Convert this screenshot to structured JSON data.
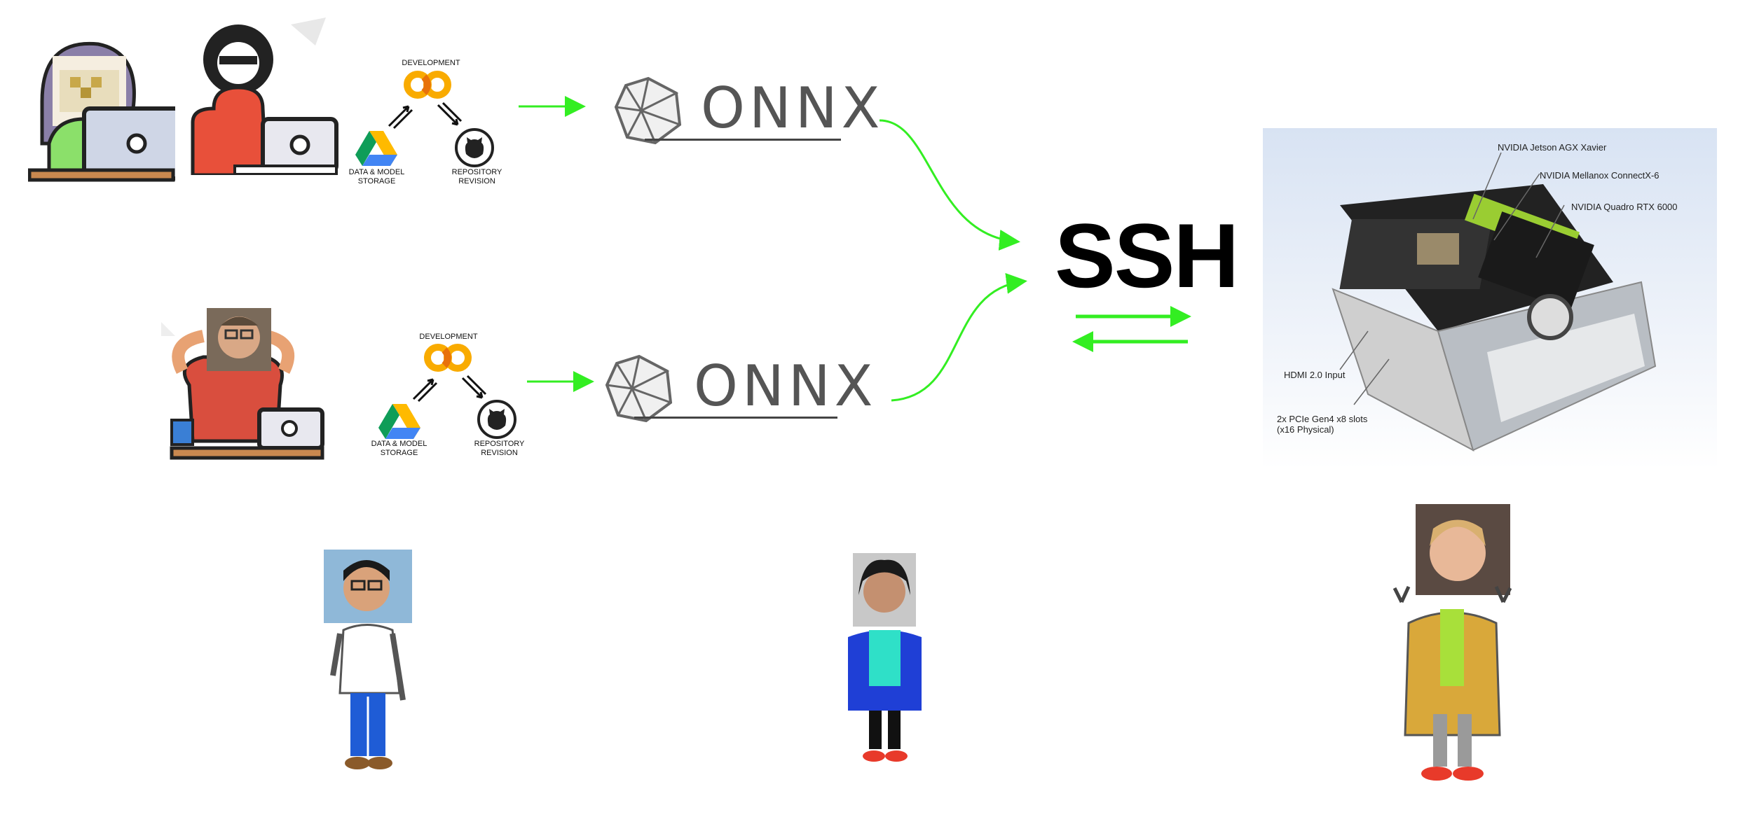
{
  "workflow_top": {
    "development_label": "DEVELOPMENT",
    "storage_label_line1": "DATA & MODEL",
    "storage_label_line2": "STORAGE",
    "repo_label_line1": "REPOSITORY",
    "repo_label_line2": "REVISION",
    "onnx_label": "ONNX"
  },
  "workflow_bottom": {
    "development_label": "DEVELOPMENT",
    "storage_label_line1": "DATA & MODEL",
    "storage_label_line2": "STORAGE",
    "repo_label_line1": "REPOSITORY",
    "repo_label_line2": "REVISION",
    "onnx_label": "ONNX"
  },
  "ssh_label": "SSH",
  "hardware": {
    "labels": {
      "jetson": "NVIDIA Jetson AGX Xavier",
      "mellanox": "NVIDIA Mellanox ConnectX-6",
      "quadro": "NVIDIA Quadro RTX 6000",
      "hdmi": "HDMI 2.0 Input",
      "pcie_line1": "2x PCIe Gen4 x8 slots",
      "pcie_line2": "(x16 Physical)"
    }
  },
  "colors": {
    "arrow": "#33ee22",
    "colab_yellow": "#f9ab00",
    "colab_orange": "#e8710a",
    "onnx_grey": "#555555"
  },
  "icons": [
    "developer-laptop-icon",
    "github-octocat-icon",
    "colab-logo-icon",
    "google-drive-icon",
    "onnx-logo-icon",
    "nvidia-hardware-image",
    "person-figure-icon"
  ]
}
